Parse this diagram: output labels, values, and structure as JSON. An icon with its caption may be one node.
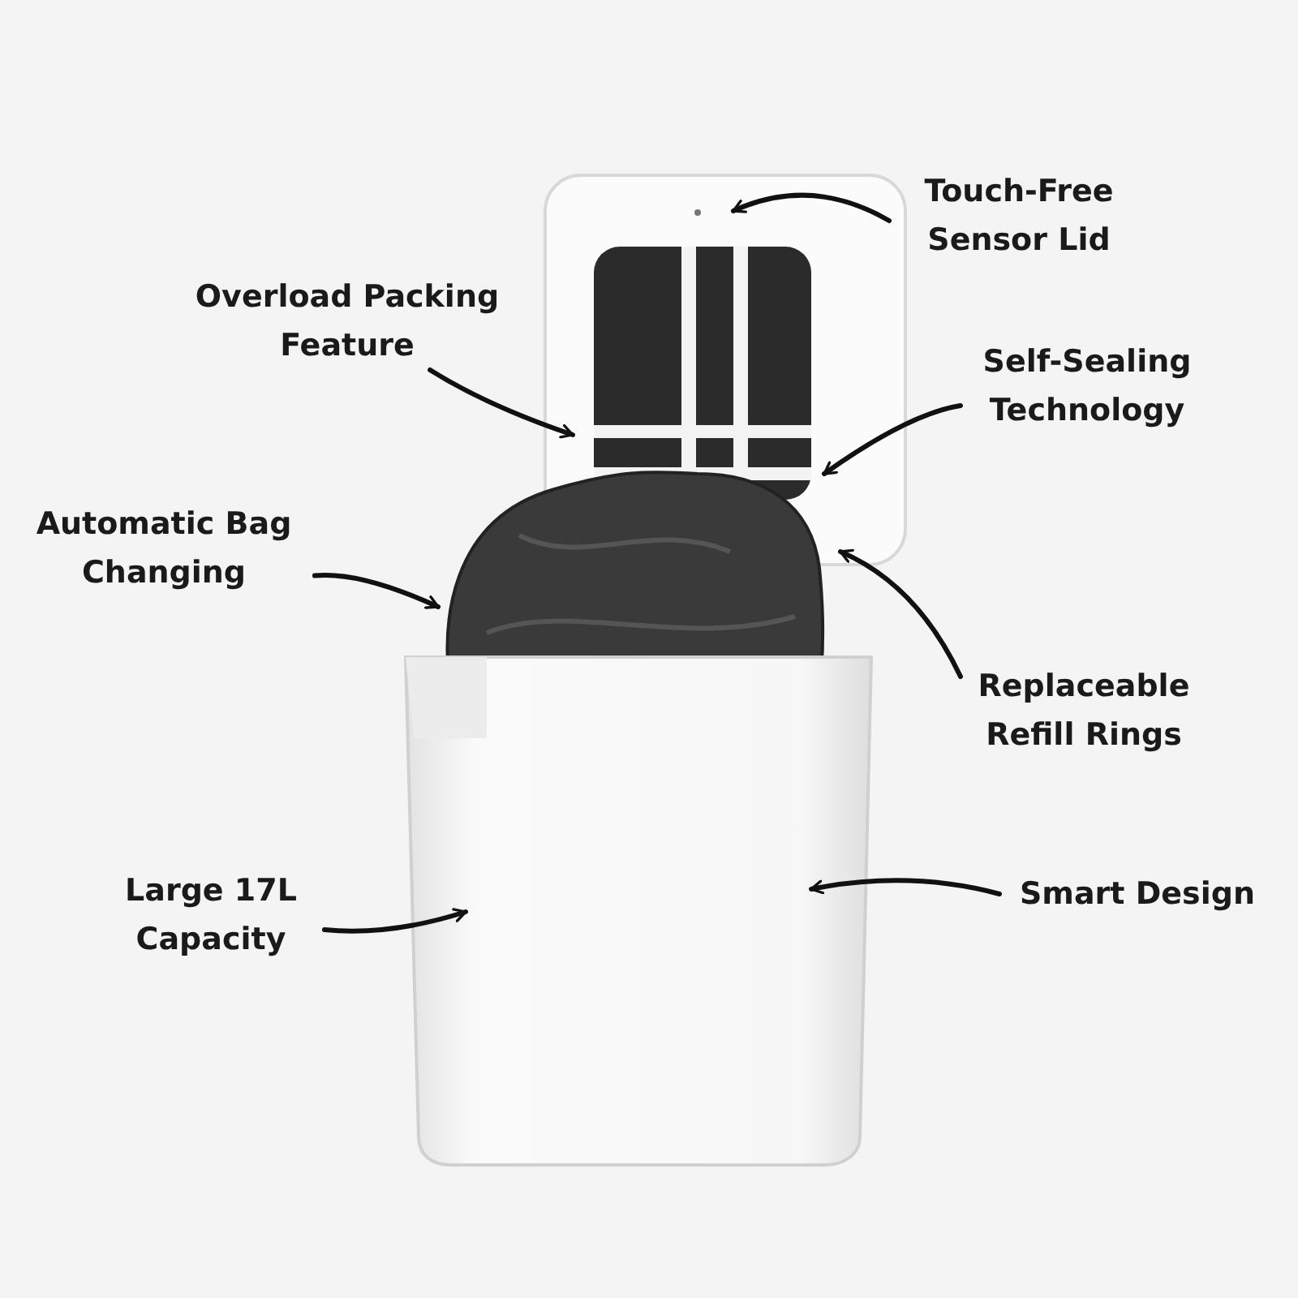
{
  "diagram": {
    "nodes": [
      {
        "text": [
          "Touch-Free Sensor Lid"
        ]
      },
      {
        "text": [
          "Overload Packing Feature"
        ]
      },
      {
        "text": [
          "Self-Sealing Technology"
        ]
      },
      {
        "text": [
          "Automatic Bag Changing"
        ]
      },
      {
        "text": [
          "Replaceable Refill Rings"
        ]
      },
      {
        "text": [
          "Large 17L Capacity"
        ]
      },
      {
        "text": [
          "Smart Design"
        ]
      }
    ],
    "edges": [
      {
        "from": 0,
        "to": null,
        "arrow": "to"
      },
      {
        "from": 1,
        "to": null,
        "arrow": "to"
      },
      {
        "from": 2,
        "to": null,
        "arrow": "to"
      },
      {
        "from": 3,
        "to": null,
        "arrow": "to"
      },
      {
        "from": 4,
        "to": null,
        "arrow": "to"
      },
      {
        "from": 5,
        "to": null,
        "arrow": "to"
      },
      {
        "from": 6,
        "to": null,
        "arrow": "to"
      }
    ]
  }
}
